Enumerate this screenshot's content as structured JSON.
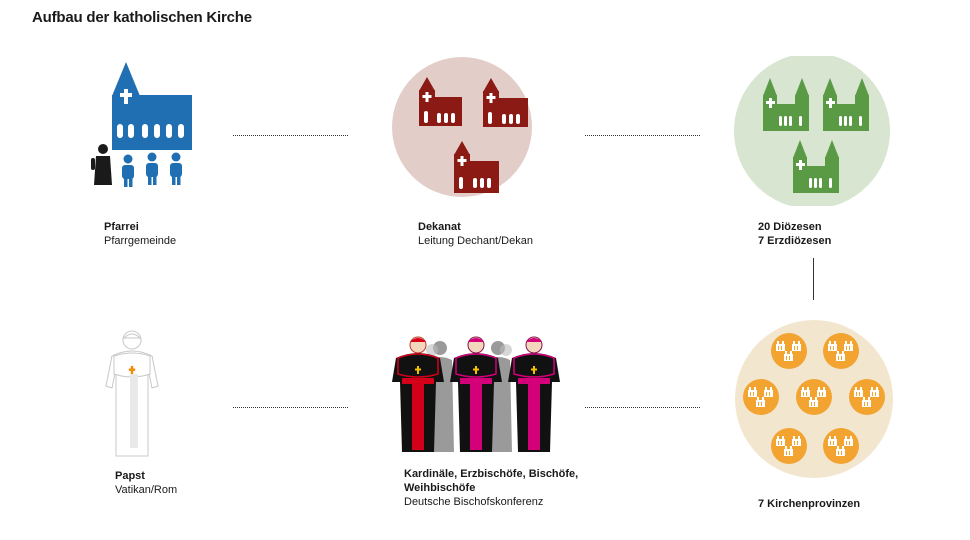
{
  "title": "Aufbau der katholischen Kirche",
  "colors": {
    "parish_blue": "#1f6fb2",
    "dean_red": "#8b1a14",
    "diocese_green": "#5a9a45",
    "province_orange": "#f2a330",
    "cardinal_red": "#d4001a",
    "bishop_magenta": "#d4007a"
  },
  "nodes": {
    "pfarrei": {
      "title": "Pfarrei",
      "subtitle": "Pfarrgemeinde"
    },
    "dekanat": {
      "title": "Dekanat",
      "subtitle": "Leitung Dechant/Dekan"
    },
    "dioezesen": {
      "title": "20 Diözesen",
      "subtitle": "7 Erzdiözesen"
    },
    "papst": {
      "title": "Papst",
      "subtitle": "Vatikan/Rom"
    },
    "bischoefe": {
      "title": "Kardinäle, Erzbischöfe, Bischöfe, Weihbischöfe",
      "subtitle": "Deutsche Bischofskonferenz"
    },
    "provinzen": {
      "title": "7 Kirchenprovinzen"
    }
  },
  "icons": {
    "pfarrei": "parish-church-with-people-icon",
    "dekanat": "three-red-churches-icon",
    "dioezesen": "three-green-cathedrals-icon",
    "papst": "pope-icon",
    "bischoefe": "bishops-group-icon",
    "provinzen": "seven-province-clusters-icon"
  }
}
